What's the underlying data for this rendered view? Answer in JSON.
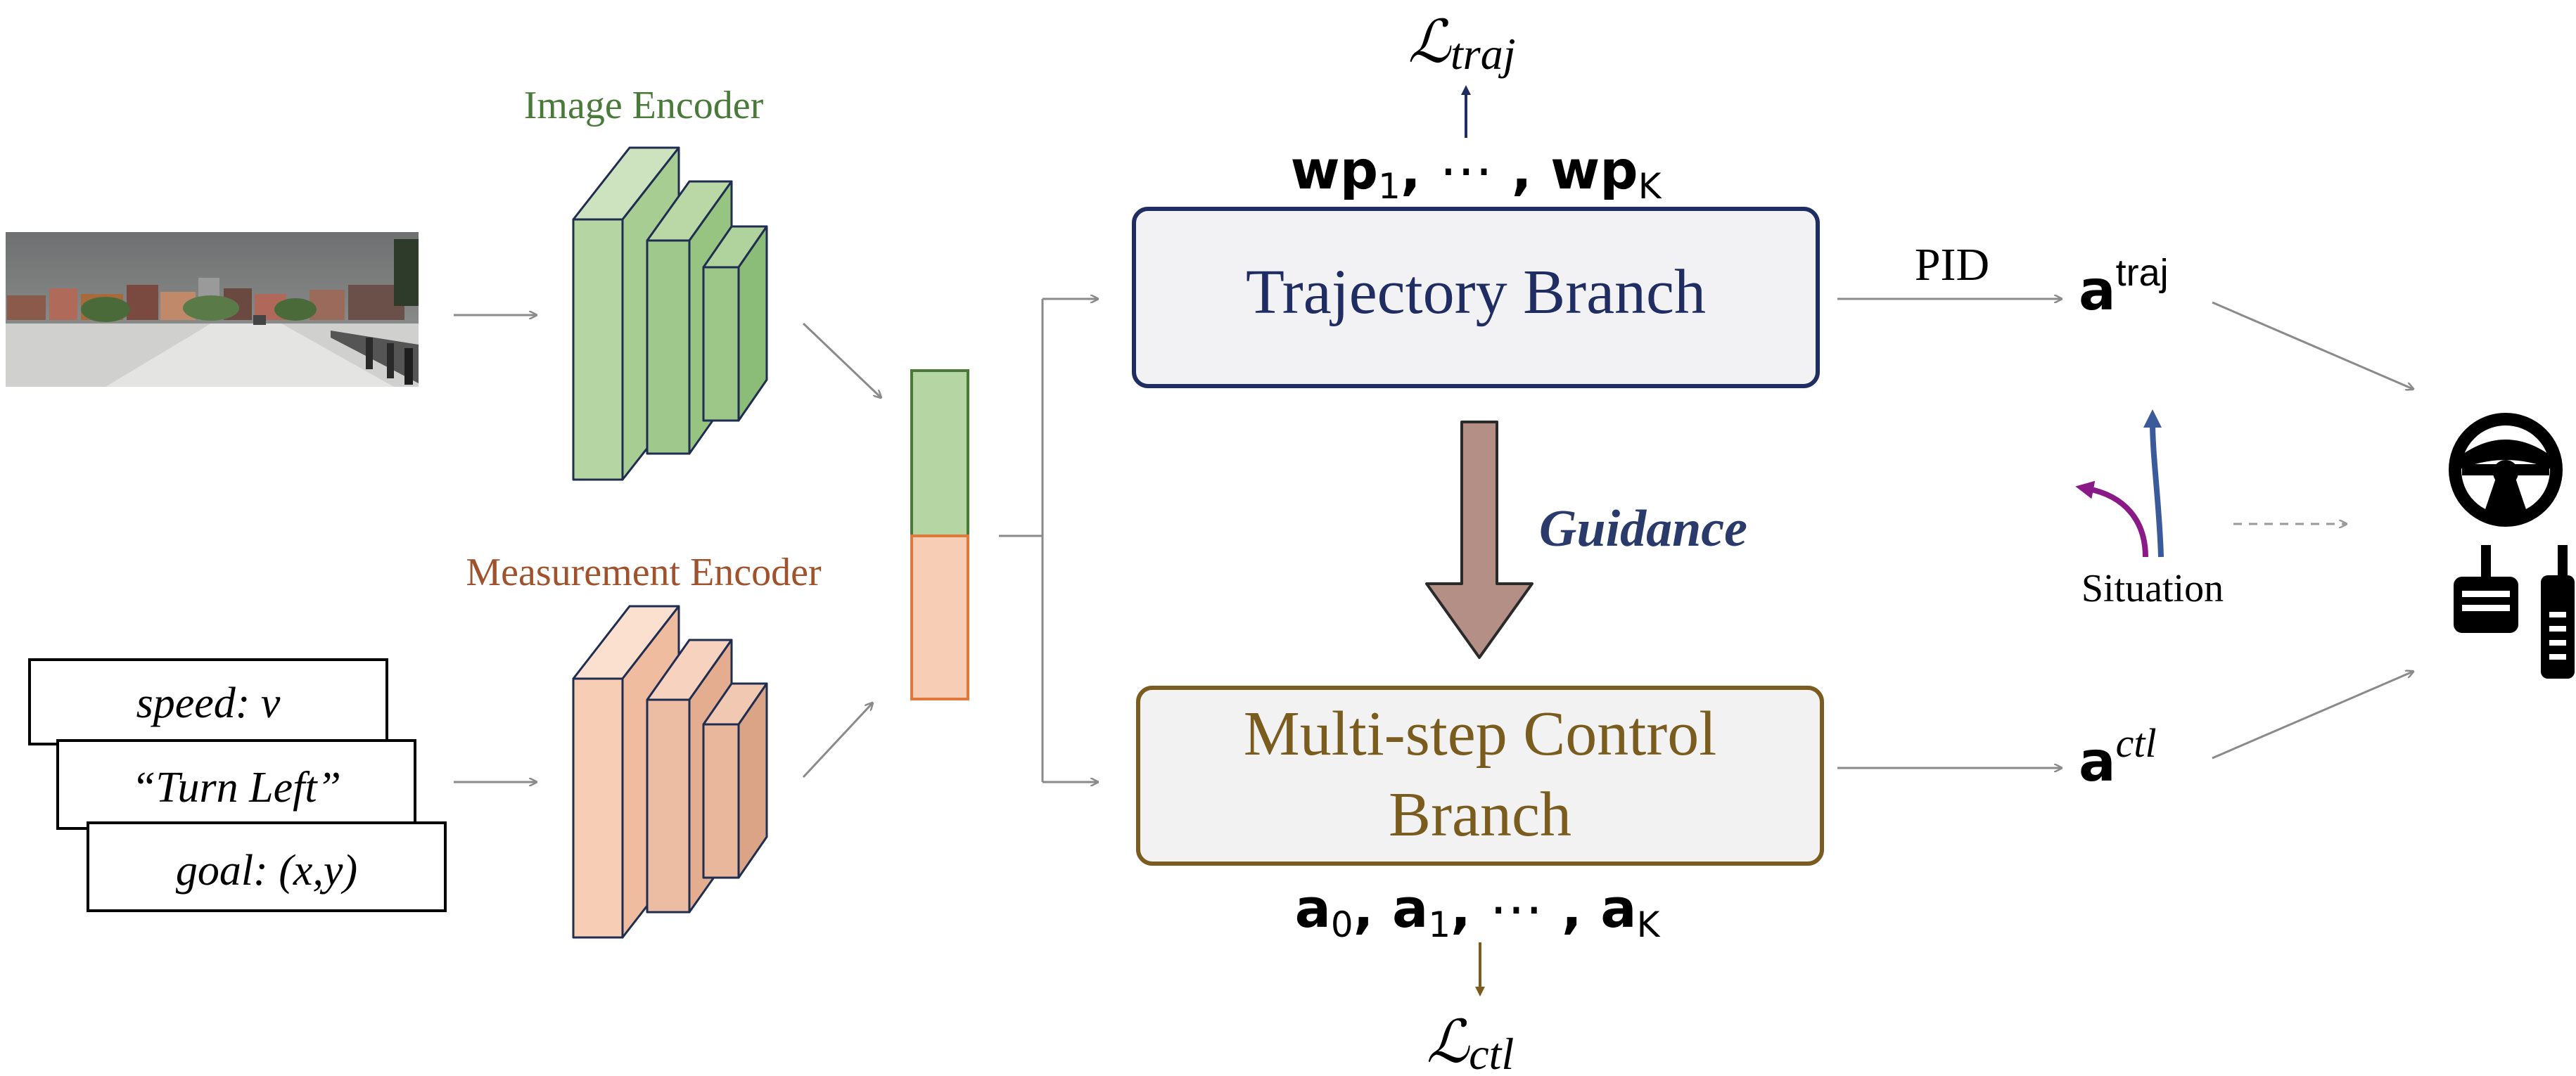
{
  "encoders": {
    "image_label": "Image Encoder",
    "measurement_label": "Measurement Encoder"
  },
  "inputs": {
    "speed": "speed: v",
    "command": "“Turn Left”",
    "goal": "goal: (x,y)"
  },
  "branches": {
    "trajectory": "Trajectory Branch",
    "control_line1": "Multi-step Control",
    "control_line2": "Branch"
  },
  "guidance_label": "Guidance",
  "trajectory_outputs": {
    "loss_symbol": "ℒ",
    "loss_subscript": "traj",
    "waypoint_prefix": "wp",
    "waypoint_first_index": "1",
    "ellipsis": "⋯",
    "waypoint_last_index": "K"
  },
  "control_outputs": {
    "loss_symbol": "ℒ",
    "loss_subscript": "ctl",
    "action_prefix": "a",
    "index_0": "0",
    "index_1": "1",
    "ellipsis": "⋯",
    "index_k": "K"
  },
  "pid_label": "PID",
  "actions": {
    "traj_base": "a",
    "traj_sup": "traj",
    "ctl_base": "a",
    "ctl_sup": "ctl"
  },
  "situation_label": "Situation",
  "icons": [
    "camera-image",
    "steering-wheel-icon",
    "pedals-icon",
    "turn-left-arrow-icon",
    "straight-arrow-icon"
  ],
  "colors": {
    "encoder_green": "#4a7a3a",
    "encoder_orange": "#a0522d",
    "green_fill": "#b5d6a3",
    "orange_fill": "#f7cdb5",
    "trajectory_navy": "#1f2d63",
    "control_gold": "#7a5c1e",
    "guidance_arrow": "#b38f86",
    "guidance_text": "#2a3a6b",
    "turn_purple": "#8b1a89",
    "straight_blue": "#3a5a9a"
  }
}
